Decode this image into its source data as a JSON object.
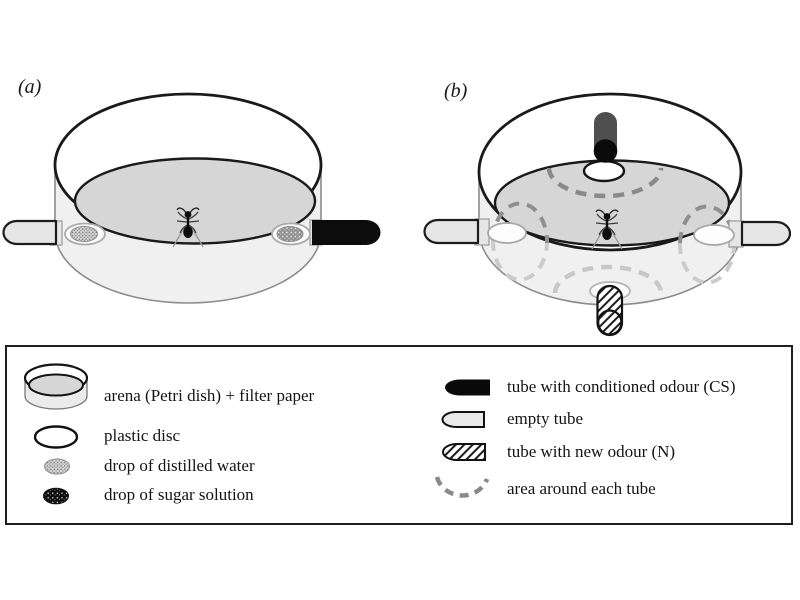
{
  "figure": {
    "panels": [
      {
        "label": "(a)",
        "description": "arena with empty tube left and conditioned-odour tube right"
      },
      {
        "label": "(b)",
        "description": "arena with four tubes and dashed areas around each tube"
      }
    ]
  },
  "legend": {
    "left_items": [
      {
        "icon": "petri-dish-icon",
        "label": "arena (Petri dish) + filter paper"
      },
      {
        "icon": "plastic-disc-icon",
        "label": "plastic disc"
      },
      {
        "icon": "water-drop-icon",
        "label": "drop of distilled water"
      },
      {
        "icon": "sugar-drop-icon",
        "label": "drop of sugar solution"
      }
    ],
    "right_items": [
      {
        "icon": "cs-tube-icon",
        "label": "tube with conditioned odour (CS)"
      },
      {
        "icon": "empty-tube-icon",
        "label": "empty tube"
      },
      {
        "icon": "new-odour-tube-icon",
        "label": "tube with new odour (N)"
      },
      {
        "icon": "area-arc-icon",
        "label": "area around each tube"
      }
    ]
  },
  "colors": {
    "filter_paper": "#d6d6d6",
    "dish_wall": "#f0f0f0",
    "outline": "#1a1a1a",
    "muted_outline": "#a8a8a8",
    "tube_fill": "#e6e6e6",
    "cs_black": "#0c0c0c",
    "dash_dark": "#8a8a8a",
    "dash_light": "#c9c9c9"
  }
}
